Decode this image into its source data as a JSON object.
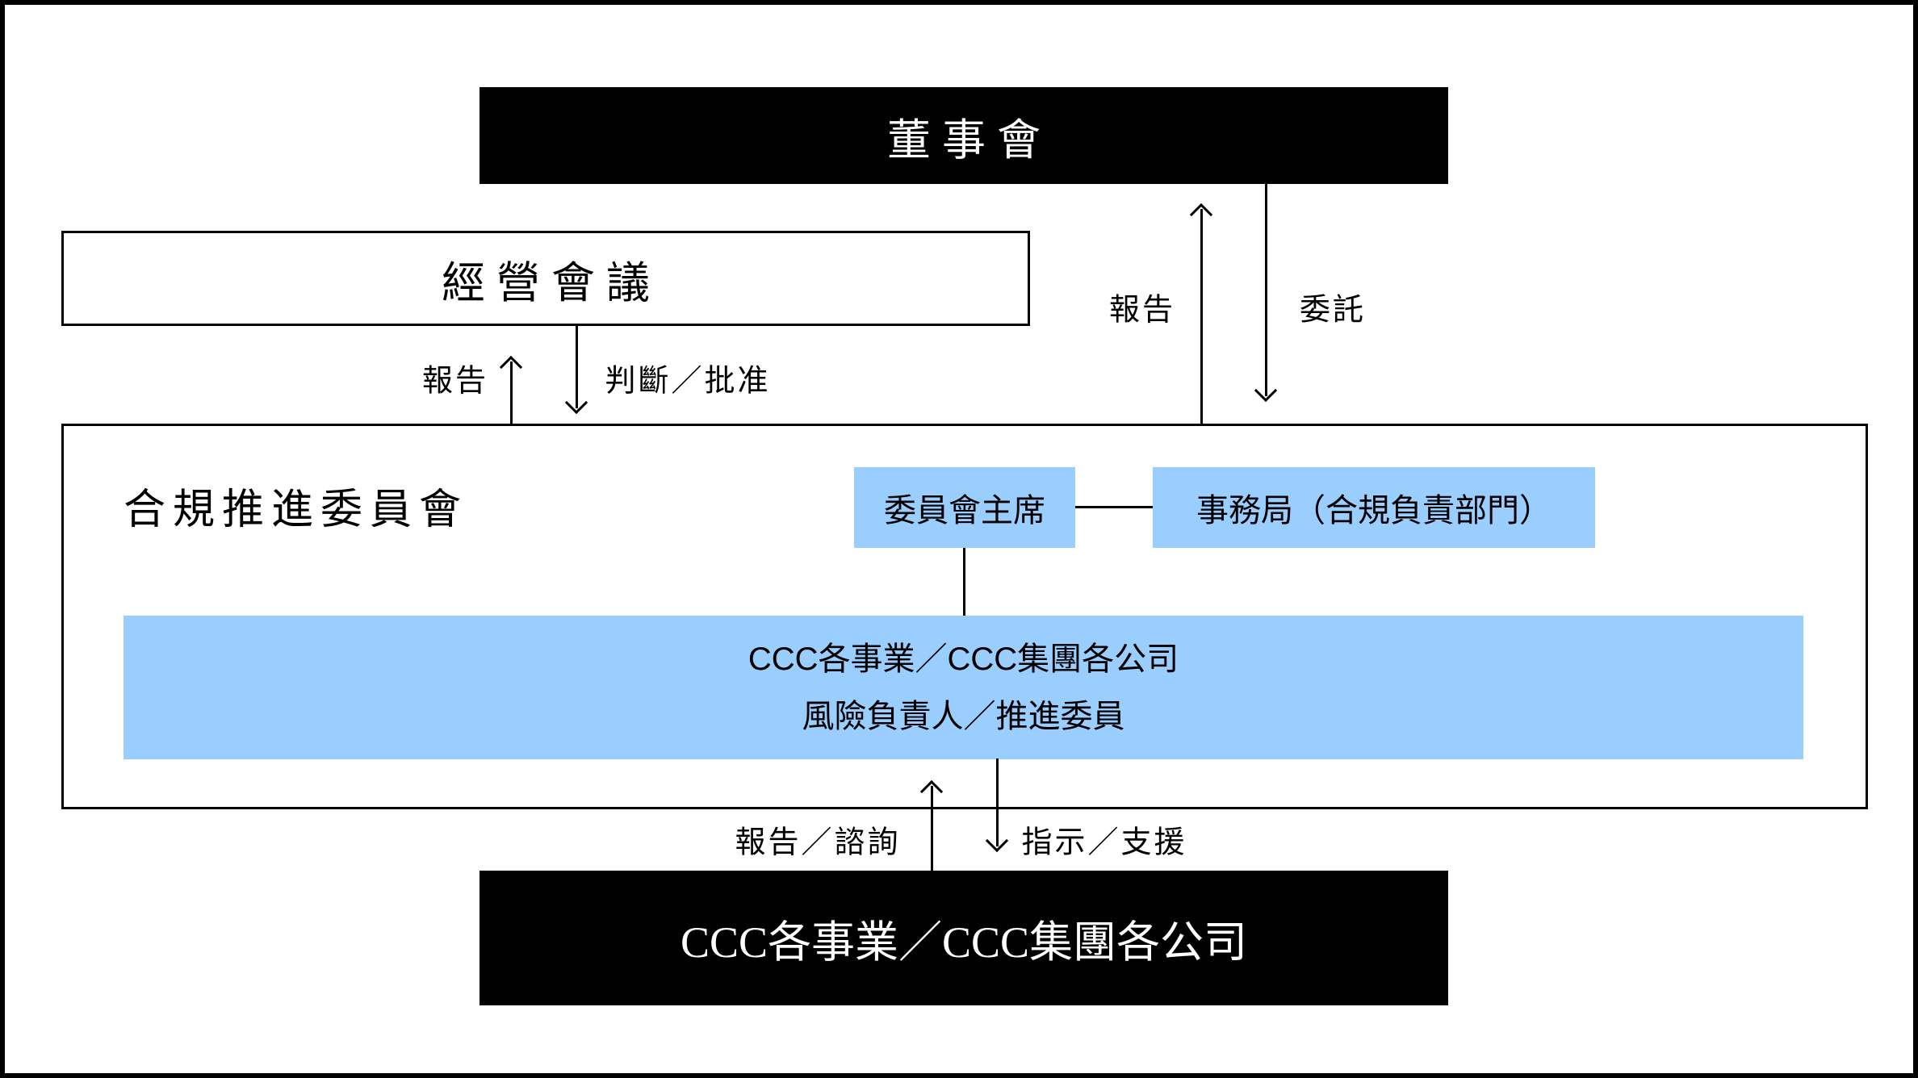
{
  "diagram": {
    "board": {
      "label": "董事會"
    },
    "management_meeting": {
      "label": "經營會議"
    },
    "committee": {
      "title": "合規推進委員會",
      "chair": {
        "label": "委員會主席"
      },
      "secretariat": {
        "label": "事務局（合規負責部門）"
      },
      "members": {
        "line1": "CCC各事業／CCC集團各公司",
        "line2": "風險負責人／推進委員"
      }
    },
    "business_units": {
      "label": "CCC各事業／CCC集團各公司"
    },
    "edges": {
      "mgmt_report": "報告",
      "mgmt_decision": "判斷／批准",
      "board_report": "報告",
      "board_delegate": "委託",
      "bottom_report": "報告／諮詢",
      "bottom_direct": "指示／支援"
    },
    "colors": {
      "highlight_blue": "#9ACEFF",
      "banner_black": "#000000",
      "line_black": "#000000",
      "background_white": "#FFFFFF"
    }
  }
}
